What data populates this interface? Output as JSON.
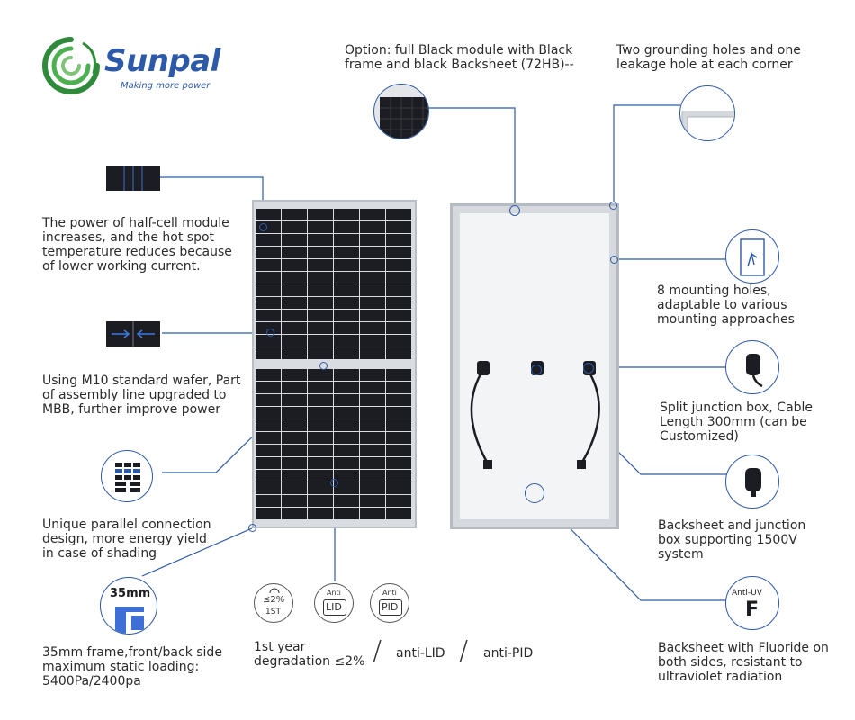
{
  "brand": {
    "name": "Sunpal",
    "tagline": "Making more power",
    "color": "#2d5aa8"
  },
  "callouts": {
    "half_cell": "The power of half-cell module\nincreases, and the hot spot\ntemperature reduces because\nof lower working current.",
    "m10": "Using M10 standard wafer, Part\nof assembly line upgraded to\nMBB, further improve power",
    "parallel": "Unique parallel connection\ndesign, more energy yield\nin case of shading",
    "frame": "35mm frame,front/back side\nmaximum static loading:\n5400Pa/2400pa",
    "black_option": "Option: full Black module with Black\nframe and black Backsheet (72HB)--",
    "grounding": "Two grounding holes and one\nleakage hole at each corner",
    "mounting": "8 mounting holes,\nadaptable to various\nmounting approaches",
    "junction": "Split junction box, Cable\nLength 300mm (can be\nCustomized)",
    "backsheet_1500": "Backsheet and junction\nbox supporting 1500V\nsystem",
    "fluoride": "Backsheet with Fluoride on\nboth sides, resistant to\nultraviolet radiation"
  },
  "frame_icon_label": "35mm",
  "badges": {
    "degradation_top": "≤2%",
    "degradation_bottom": "1ST",
    "lid_top": "Anti",
    "lid_bottom": "LID",
    "pid_top": "Anti",
    "pid_bottom": "PID",
    "uv_top": "Anti-UV",
    "uv_letter": "F"
  },
  "bottom_features": {
    "degradation": "1st year\ndegradation ≤2%",
    "separator": "/",
    "anti_lid": "anti-LID",
    "anti_pid": "anti-PID"
  },
  "colors": {
    "accent": "#2d5aa8",
    "cell": "#1c1d22",
    "frame": "#c9cdd2"
  },
  "icons": [
    "sunpal-logo-icon",
    "half-cell-icon",
    "wafer-icon",
    "parallel-connection-icon",
    "frame-profile-icon",
    "black-module-icon",
    "corner-hole-icon",
    "mounting-hole-icon",
    "junction-box-icon",
    "backsheet-jbox-icon",
    "anti-uv-icon",
    "degradation-icon",
    "anti-lid-icon",
    "anti-pid-icon"
  ]
}
